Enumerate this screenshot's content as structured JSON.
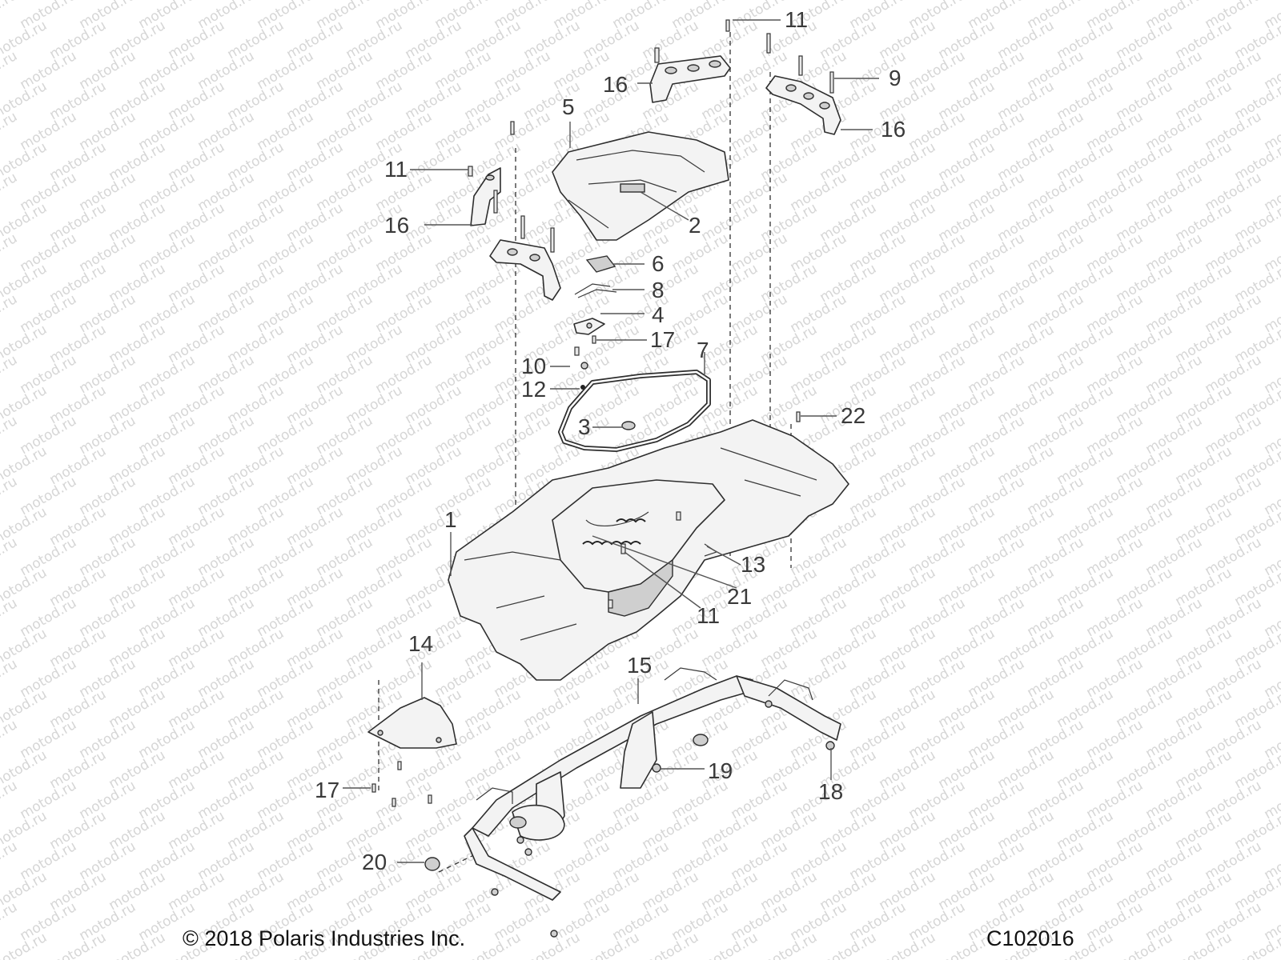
{
  "watermark": {
    "text": "motod.ru",
    "color": "#d6d6d6"
  },
  "callouts": [
    {
      "id": "11-top",
      "label": "11"
    },
    {
      "id": "9",
      "label": "9"
    },
    {
      "id": "16-top",
      "label": "16"
    },
    {
      "id": "16-right",
      "label": "16"
    },
    {
      "id": "5",
      "label": "5"
    },
    {
      "id": "11-left",
      "label": "11"
    },
    {
      "id": "16-left",
      "label": "16"
    },
    {
      "id": "2",
      "label": "2"
    },
    {
      "id": "6",
      "label": "6"
    },
    {
      "id": "8",
      "label": "8"
    },
    {
      "id": "4",
      "label": "4"
    },
    {
      "id": "17-mid",
      "label": "17"
    },
    {
      "id": "7",
      "label": "7"
    },
    {
      "id": "10",
      "label": "10"
    },
    {
      "id": "12",
      "label": "12"
    },
    {
      "id": "22",
      "label": "22"
    },
    {
      "id": "3",
      "label": "3"
    },
    {
      "id": "1",
      "label": "1"
    },
    {
      "id": "13",
      "label": "13"
    },
    {
      "id": "21",
      "label": "21"
    },
    {
      "id": "11-bottom",
      "label": "11"
    },
    {
      "id": "14",
      "label": "14"
    },
    {
      "id": "15",
      "label": "15"
    },
    {
      "id": "19",
      "label": "19"
    },
    {
      "id": "17-bottom",
      "label": "17"
    },
    {
      "id": "18",
      "label": "18"
    },
    {
      "id": "20",
      "label": "20"
    }
  ],
  "footer": {
    "copyright": "© 2018 Polaris Industries Inc.",
    "diagram_code": "C102016"
  }
}
